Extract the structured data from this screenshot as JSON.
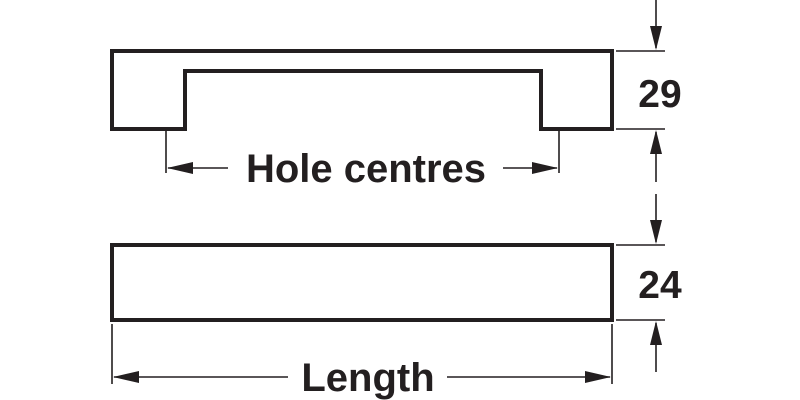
{
  "dimensions": {
    "hole_centres_label": "Hole centres",
    "length_label": "Length",
    "top_height_label": "29",
    "bottom_height_label": "24"
  },
  "colors": {
    "ink": "#231f20",
    "background": "#ffffff"
  }
}
